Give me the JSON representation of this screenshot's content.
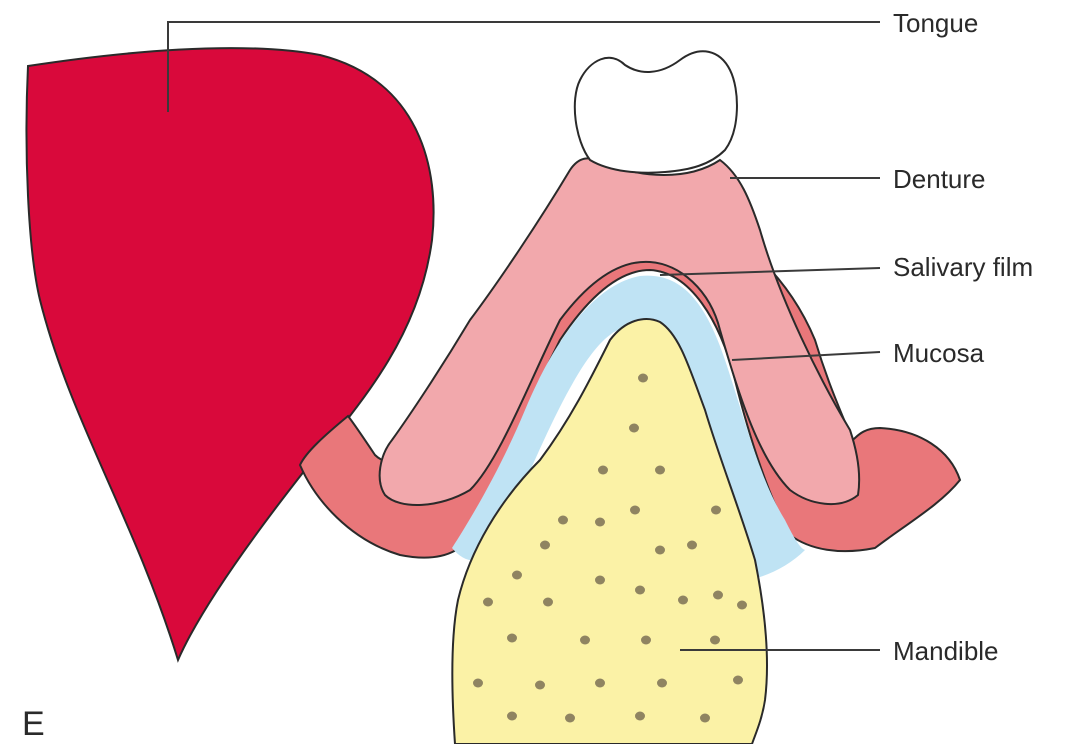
{
  "panel_letter": "E",
  "labels": {
    "tongue": "Tongue",
    "denture": "Denture",
    "salivary_film": "Salivary film",
    "mucosa": "Mucosa",
    "mandible": "Mandible"
  },
  "colors": {
    "tongue": "#d9093b",
    "denture": "#f2a8ac",
    "mucosa": "#e9777a",
    "salivary_film": "#bfe3f4",
    "mandible": "#fbf2a6",
    "bone_dots": "#8f8461",
    "tooth": "#ffffff"
  }
}
